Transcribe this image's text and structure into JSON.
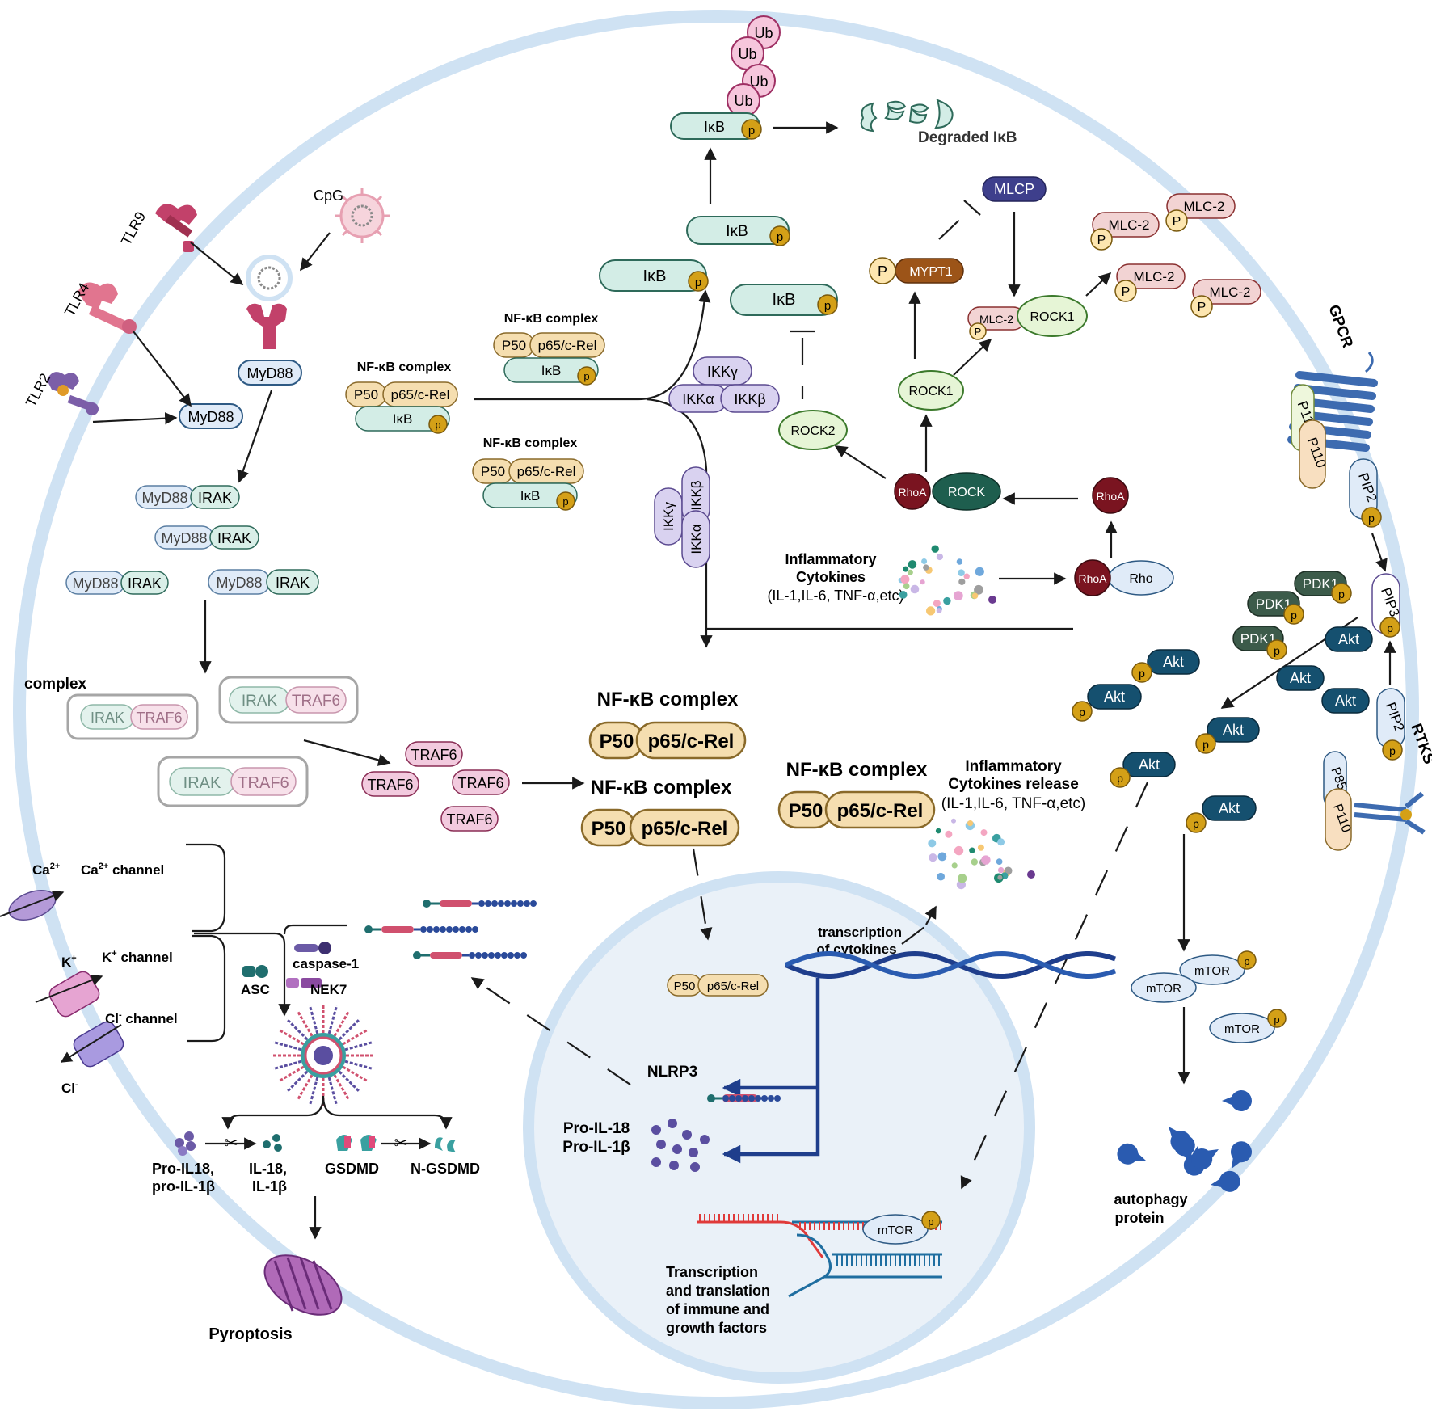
{
  "receptors": {
    "tlr9": "TLR9",
    "tlr4": "TLR4",
    "tlr2": "TLR2",
    "cpg": "CpG",
    "gpcr": "GPCR",
    "rtks": "RTKS"
  },
  "myd88": {
    "label": "MyD88",
    "irak": "IRAK"
  },
  "complex_label": "complex",
  "irak_traf6": {
    "irak": "IRAK",
    "traf6": "TRAF6"
  },
  "ikb": {
    "label": "IκB",
    "p": "p",
    "ub": "Ub",
    "degraded": "Degraded IκB"
  },
  "nfkb": {
    "title": "NF-κB complex",
    "p50": "P50",
    "p65": "p65/c-Rel"
  },
  "ikk": {
    "alpha": "IKKα",
    "beta": "IKKβ",
    "gamma": "IKKγ"
  },
  "rho": {
    "mlcp": "MLCP",
    "mypt1": "MYPT1",
    "p": "P",
    "mlc2": "MLC-2",
    "rock1": "ROCK1",
    "rock2": "ROCK2",
    "rhoa": "RhoA",
    "rock": "ROCK",
    "rho": "Rho"
  },
  "cytokines": {
    "line1": "Inflammatory",
    "line2": "Cytokines",
    "line3": "(IL-1,IL-6, TNF-α,etc)"
  },
  "release": {
    "line1": "Inflammatory",
    "line2": "Cytokines release",
    "line3": "(IL-1,IL-6, TNF-α,etc)"
  },
  "pi3k": {
    "p110": "P110",
    "p85": "P85",
    "pip2": "PIP2",
    "pip3": "PIP3",
    "pdk1": "PDK1",
    "akt": "Akt",
    "mtor": "mTOR",
    "p": "p"
  },
  "channels": {
    "ca": "Ca",
    "ca_sup": "2+",
    "ca_channel": " channel",
    "k": "K",
    "k_sup": "+",
    "k_channel": " channel",
    "cl": "Cl",
    "cl_sup": "-",
    "cl_channel": " channel"
  },
  "inflammasome": {
    "caspase": "caspase-1",
    "asc": "ASC",
    "nek7": "NEK7",
    "nlrp3": "NLRP3"
  },
  "products": {
    "pro_il18": "Pro-IL18,",
    "pro_il1b": "pro-IL-1β",
    "il18": "IL-18,",
    "il1b": "IL-1β",
    "gsdmd": "GSDMD",
    "ngsdmd": "N-GSDMD",
    "pyroptosis": "Pyroptosis"
  },
  "nucleus": {
    "trans1": "transcription",
    "trans2": "of cytokines",
    "pro18": "Pro-IL-18",
    "pro1b": "Pro-IL-1β",
    "tt1": "Transcription",
    "tt2": "and translation",
    "tt3": "of immune and",
    "tt4": "growth factors"
  },
  "autophagy": {
    "l1": "autophagy",
    "l2": "protein"
  },
  "colors": {
    "membrane": "#cfe2f3",
    "nucleus_fill": "#eaf1f8",
    "ikb": "#d3ede6",
    "phospho": "#d4a017",
    "nfkb": "#f5deb0",
    "ikk": "#d9d2f0",
    "ub": "#f6c6dc",
    "akt": "#15506f",
    "pdk1": "#3c5b4a",
    "rhoa": "#7a1420",
    "rock": "#1e5e4e",
    "mypt1": "#9c5418",
    "mlcp": "#3e3f8c",
    "mlc2": "#f2d3d3",
    "rock_green": "#e6f5d6",
    "traf6": "#f2cade",
    "myd88": "#e0ebf8",
    "irak": "#d9efe8",
    "dna": "#1f3e8c"
  }
}
